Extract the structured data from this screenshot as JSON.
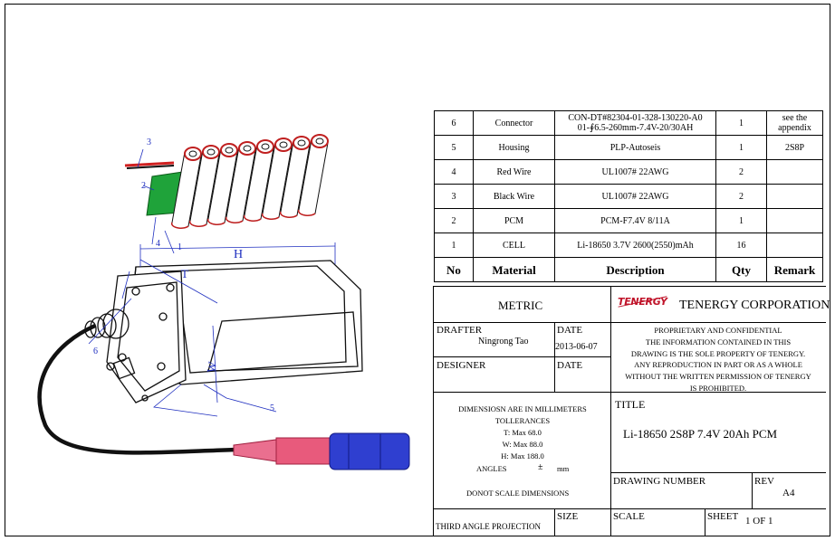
{
  "bom": {
    "rows": [
      {
        "no": "6",
        "material": "Connector",
        "description_lines": [
          "CON-DT#82304-01-328-130220-A0",
          "01-∮6.5-260mm-7.4V-20/30AH"
        ],
        "qty": "1",
        "remark_lines": [
          "see the",
          "appendix"
        ]
      },
      {
        "no": "5",
        "material": "Housing",
        "description_lines": [
          "PLP-Autoseis"
        ],
        "qty": "1",
        "remark_lines": [
          "2S8P"
        ]
      },
      {
        "no": "4",
        "material": "Red Wire",
        "description_lines": [
          "UL1007# 22AWG"
        ],
        "qty": "2",
        "remark_lines": [
          ""
        ]
      },
      {
        "no": "3",
        "material": "Black Wire",
        "description_lines": [
          "UL1007# 22AWG"
        ],
        "qty": "2",
        "remark_lines": [
          ""
        ]
      },
      {
        "no": "2",
        "material": "PCM",
        "description_lines": [
          "PCM-F7.4V 8/11A"
        ],
        "qty": "1",
        "remark_lines": [
          ""
        ]
      },
      {
        "no": "1",
        "material": "CELL",
        "description_lines": [
          "Li-18650  3.7V 2600(2550)mAh"
        ],
        "qty": "16",
        "remark_lines": [
          ""
        ]
      }
    ],
    "header": {
      "no": "No",
      "material": "Material",
      "description": "Description",
      "qty": "Qty",
      "remark": "Remark"
    }
  },
  "title_block": {
    "metric": "METRIC",
    "logo_text": "TENERGY",
    "company": "TENERGY CORPORATION",
    "drafter_label": "DRAFTER",
    "drafter_name": "Ningrong Tao",
    "date_label": "DATE",
    "date_value": "2013-06-07",
    "designer_label": "DESIGNER",
    "designer_date_label": "DATE",
    "proprietary_lines": [
      "PROPRIETARY AND CONFIDENTIAL",
      "THE INFORMATION CONTAINED IN THIS",
      "DRAWING IS THE SOLE PROPERTY OF TENERGY.",
      "ANY REPRODUCTION IN PART OR AS A WHOLE",
      "WITHOUT THE WRITTEN PERMISSION OF TENERGY",
      "IS PROHIBITED."
    ],
    "dimensions_lines": [
      "DIMENSIOSN ARE IN MILLIMETERS",
      "TOLLERANCES",
      "T:   Max 68.0",
      "W:   Max 88.0",
      "H:   Max 188.0"
    ],
    "angles_label": "ANGLES",
    "angles_sym": "±",
    "angles_unit": "mm",
    "noscale": "DONOT SCALE DIMENSIONS",
    "title_label": "TITLE",
    "title_value": "Li-18650 2S8P 7.4V 20Ah PCM",
    "drawing_number_label": "DRAWING NUMBER",
    "rev_label": "REV",
    "rev_value": "A4",
    "projection": "THIRD ANGLE PROJECTION",
    "size_label": "SIZE",
    "scale_label": "SCALE",
    "sheet_label": "SHEET",
    "sheet_value": "1 OF 1"
  },
  "diagram": {
    "callouts": [
      "3",
      "2",
      "4",
      "1",
      "H",
      "T",
      "W",
      "5",
      "6"
    ]
  }
}
